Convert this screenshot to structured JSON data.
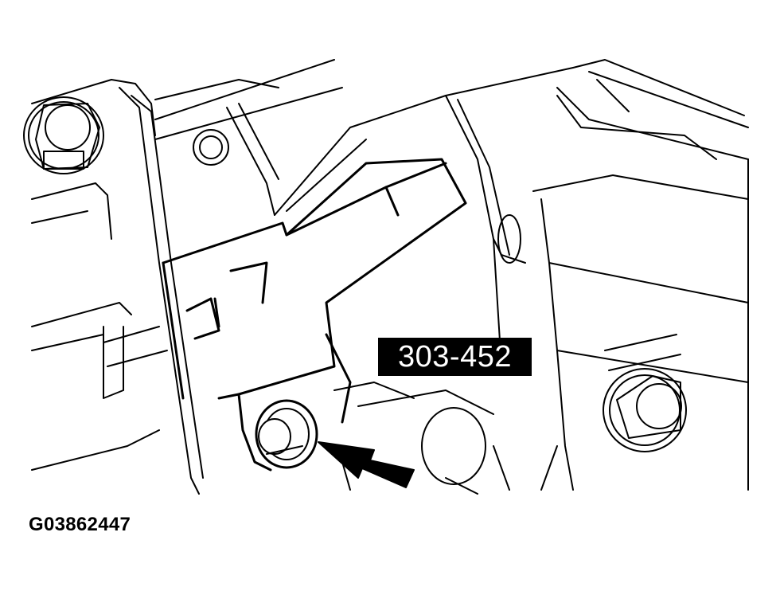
{
  "diagram": {
    "type": "technical-line-illustration",
    "subject": "special tool installed on component with arrow indicating pin/fastener",
    "tool_callout": "303-452",
    "figure_id": "G03862447",
    "colors": {
      "background": "#ffffff",
      "line": "#000000",
      "callout_bg": "#000000",
      "callout_text": "#ffffff"
    }
  }
}
